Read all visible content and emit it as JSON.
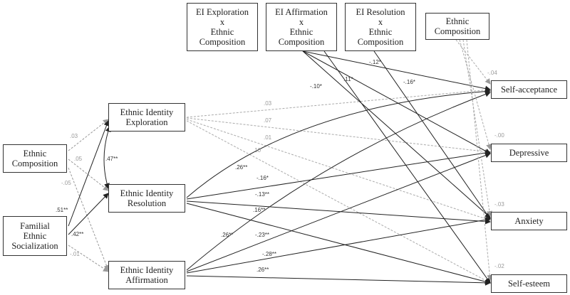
{
  "nodes": {
    "ei_exploration_x": "EI Exploration\nx\nEthnic\nComposition",
    "ei_affirmation_x": "EI Affirmation\nx\nEthnic\nComposition",
    "ei_resolution_x": "EI Resolution\nx\nEthnic\nComposition",
    "ethnic_composition_top": "Ethnic\nComposition",
    "ethnic_composition_left": "Ethnic\nComposition",
    "familial_socialization": "Familial\nEthnic\nSocialization",
    "eid_exploration": "Ethnic Identity\nExploration",
    "eid_resolution": "Ethnic Identity\nResolution",
    "eid_affirmation": "Ethnic Identity\nAffirmation",
    "self_acceptance": "Self-acceptance",
    "depressive": "Depressive",
    "anxiety": "Anxiety",
    "self_esteem": "Self-esteem"
  },
  "coefficients": {
    "ec_to_expl": ".03",
    "ec_to_res": ".05",
    "ec_to_aff": "-.05",
    "fes_to_expl": ".51**",
    "fes_to_res": ".42**",
    "fes_to_aff": "-.01",
    "expl_res_cov": ".47**",
    "expl_to_sa": ".03",
    "expl_to_dep": ".07",
    "expl_to_anx": ".01",
    "expl_to_se": ".10",
    "res_to_sa": ".26**",
    "res_to_dep": "-.16*",
    "res_to_anx": "-.13**",
    "res_to_se": ".16**",
    "aff_to_sa": ".26**",
    "aff_to_dep": "-.23**",
    "aff_to_anx": "-.28**",
    "aff_to_se": ".26**",
    "affx_to_sa": "-.12*",
    "affx_to_dep": "-.16*",
    "affx_to_anx": "-.10*",
    "resx_to_x": ".11*",
    "ect_to_sa": "-.04",
    "ect_to_dep": "-.00",
    "ect_to_anx": "-.03",
    "ect_to_se": "-.02"
  }
}
